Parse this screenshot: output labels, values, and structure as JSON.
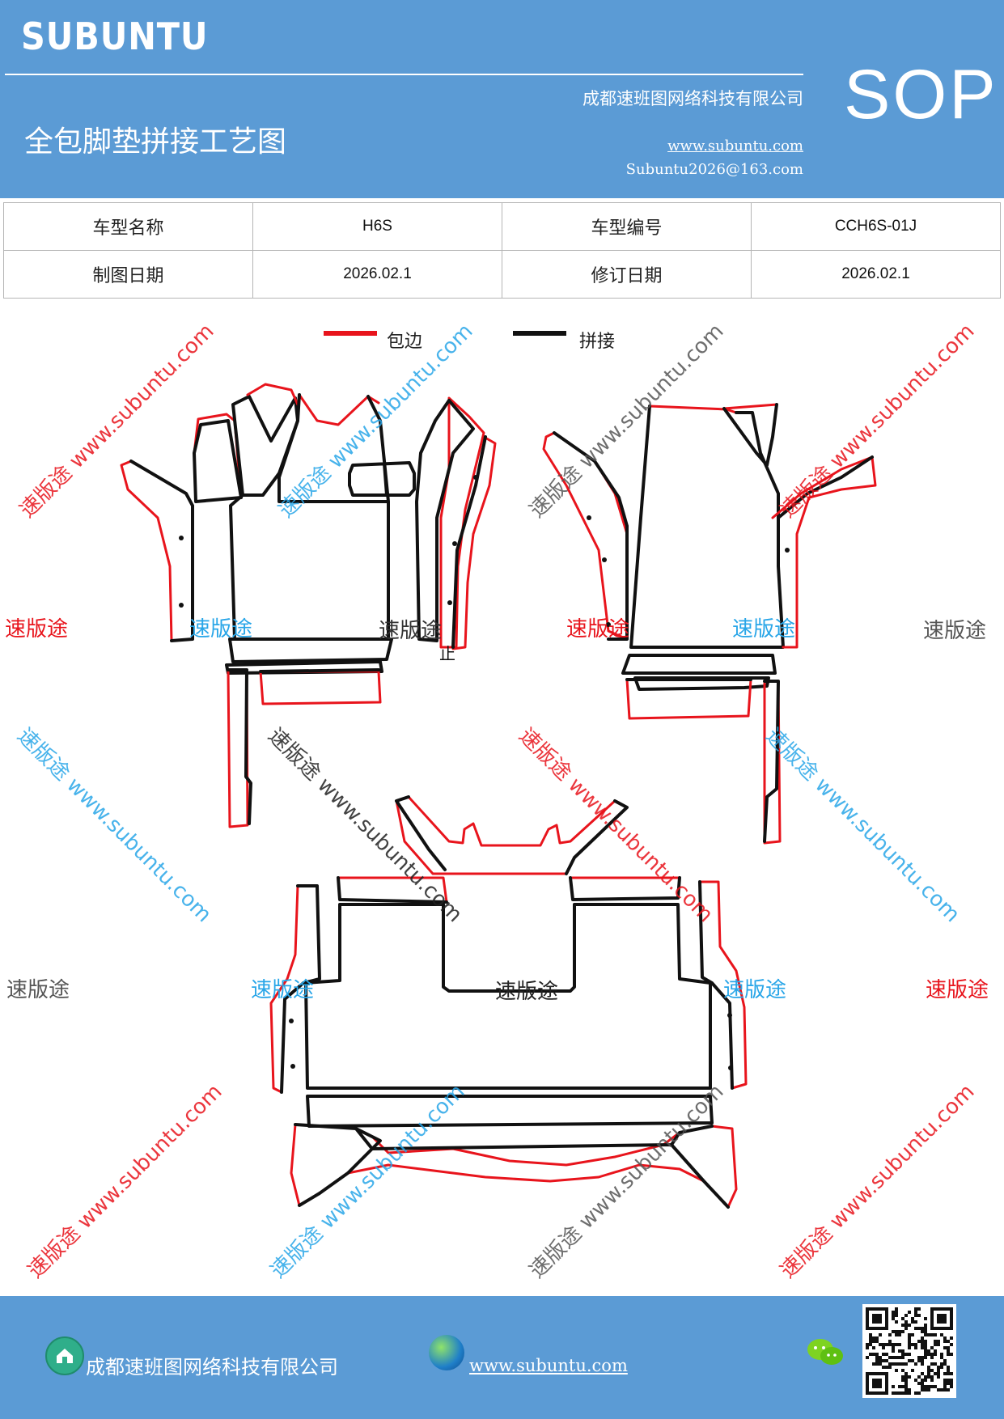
{
  "header": {
    "brand": "SUBUNTU",
    "company": "成都速班图网络科技有限公司",
    "title": "全包脚垫拼接工艺图",
    "website": "www.subuntu.com",
    "email": "Subuntu2026@163.com",
    "sop": "SOP"
  },
  "info": {
    "row1": {
      "label1": "车型名称",
      "value1": "H6S",
      "label2": "车型编号",
      "value2": "CCH6S-01J"
    },
    "row2": {
      "label1": "制图日期",
      "value1": "2026.02.1",
      "label2": "修订日期",
      "value2": "2026.02.1"
    }
  },
  "legend": {
    "edge_label": "包边",
    "edge_color": "#e8141c",
    "splice_label": "拼接",
    "splice_color": "#111111"
  },
  "watermark": {
    "text": "速版途",
    "url_text": "速版途 www.subuntu.com",
    "colors": [
      "#e8141c",
      "#29a6e8",
      "#555555"
    ]
  },
  "drawing": {
    "mark": "止"
  },
  "footer": {
    "company": "成都速班图网络科技有限公司",
    "website": "www.subuntu.com"
  }
}
